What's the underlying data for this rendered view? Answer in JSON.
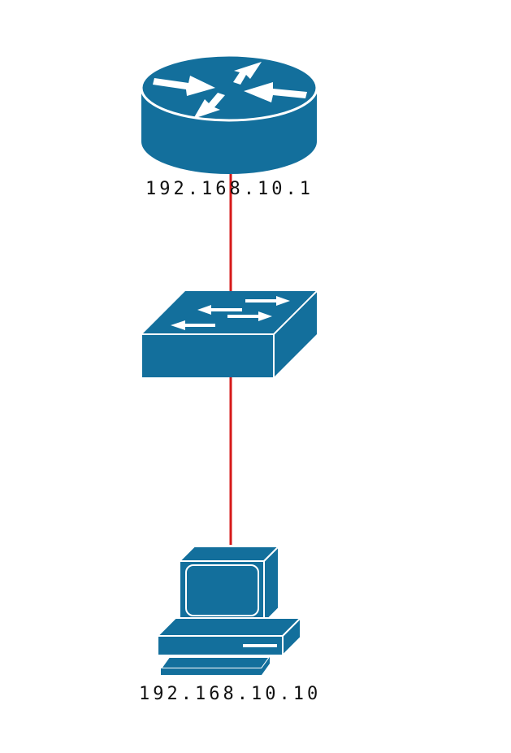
{
  "colors": {
    "device_fill": "#136f9c",
    "device_highlight": "#ffffff",
    "link": "#d61a1a"
  },
  "nodes": {
    "router": {
      "icon": "router-icon",
      "ip": "192.168.10.1"
    },
    "switch": {
      "icon": "switch-icon"
    },
    "pc": {
      "icon": "workstation-icon",
      "ip": "192.168.10.10"
    }
  },
  "links": [
    {
      "from": "router",
      "to": "switch"
    },
    {
      "from": "switch",
      "to": "pc"
    }
  ]
}
